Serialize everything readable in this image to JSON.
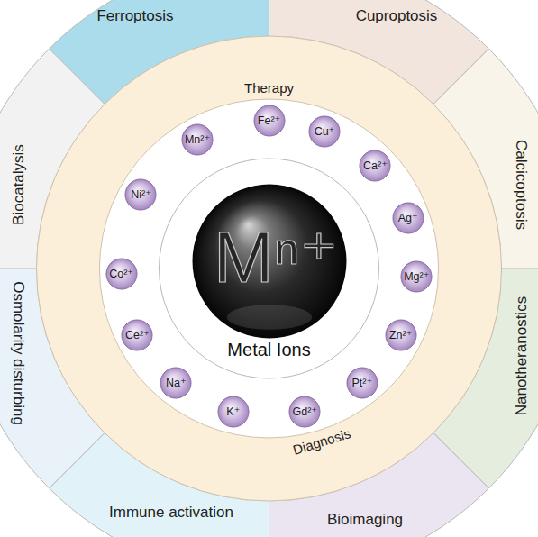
{
  "diagram": {
    "nodes": [
      {
        "text": [
          "Ferroptosis"
        ]
      },
      {
        "text": [
          "Cuproptosis"
        ]
      },
      {
        "text": [
          "Calcicoptosis"
        ]
      },
      {
        "text": [
          "Nanotheranostics"
        ]
      },
      {
        "text": [
          "Bioimaging"
        ]
      },
      {
        "text": [
          "Immune activation"
        ]
      },
      {
        "text": [
          "Osmolarity disturbing"
        ]
      },
      {
        "text": [
          "Biocatalysis"
        ]
      },
      {
        "text": [
          "Therapy",
          "Diagnosis"
        ]
      },
      {
        "text": [
          "Fe²⁺"
        ]
      },
      {
        "text": [
          "Cu⁺"
        ]
      },
      {
        "text": [
          "Ca²⁺"
        ]
      },
      {
        "text": [
          "Ag⁺"
        ]
      },
      {
        "text": [
          "Mg²⁺"
        ]
      },
      {
        "text": [
          "Zn²⁺"
        ]
      },
      {
        "text": [
          "Pt²⁺"
        ]
      },
      {
        "text": [
          "Gd²⁺"
        ]
      },
      {
        "text": [
          "K⁺"
        ]
      },
      {
        "text": [
          "Na⁺"
        ]
      },
      {
        "text": [
          "Ce²⁺"
        ]
      },
      {
        "text": [
          "Co²⁺"
        ]
      },
      {
        "text": [
          "Ni²⁺"
        ]
      },
      {
        "text": [
          "Mn²⁺"
        ]
      },
      {
        "text": [
          "Mⁿ⁺"
        ]
      }
    ],
    "labels": [
      "Metal Ions"
    ]
  }
}
